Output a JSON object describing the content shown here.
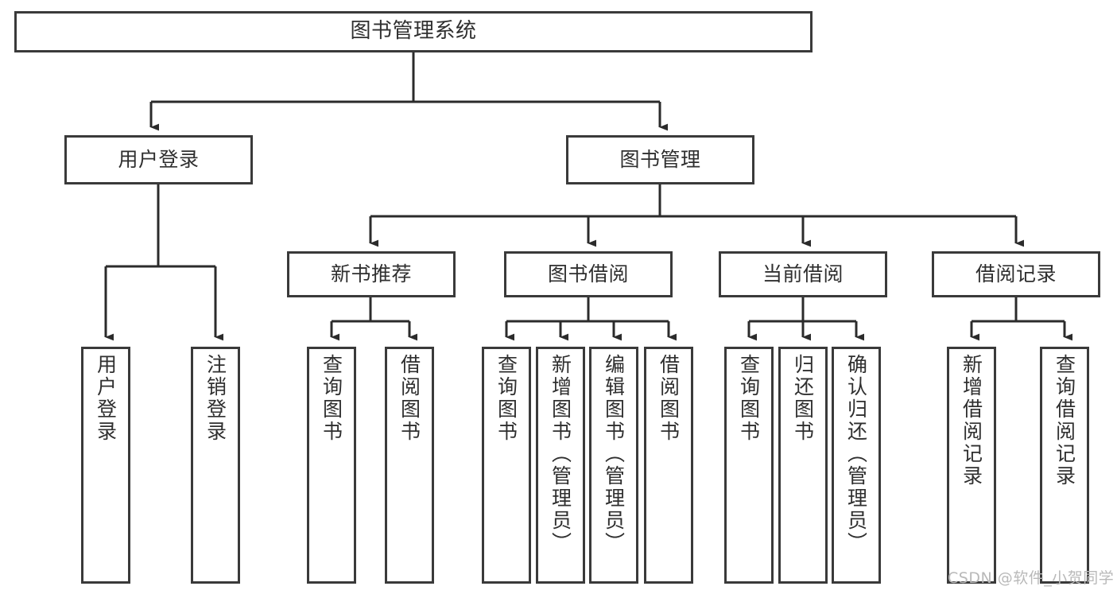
{
  "diagram": {
    "type": "tree-hierarchy-chart",
    "title": "图书管理系统",
    "orientation": "top-down",
    "colors": {
      "box_border": "#3a3a3a",
      "box_fill": "#ffffff",
      "edge": "#2b2b2b",
      "text": "#2f2f2f",
      "watermark": "#b9b9b9",
      "background": "#ffffff"
    }
  },
  "nodes": {
    "root": {
      "label": "图书管理系统"
    },
    "level2": [
      {
        "id": "user-login",
        "label": "用户登录"
      },
      {
        "id": "book-management",
        "label": "图书管理"
      }
    ],
    "level3": [
      {
        "id": "new-book-recommend",
        "label": "新书推荐"
      },
      {
        "id": "book-borrow",
        "label": "图书借阅"
      },
      {
        "id": "current-borrow",
        "label": "当前借阅"
      },
      {
        "id": "borrow-record",
        "label": "借阅记录"
      }
    ],
    "leaves": {
      "user-login": [
        {
          "id": "leaf-user-login",
          "label": "用户登录"
        },
        {
          "id": "leaf-logout-login",
          "label": "注销登录"
        }
      ],
      "new-book-recommend": [
        {
          "id": "leaf-query-book-1",
          "label": "查询图书"
        },
        {
          "id": "leaf-borrow-book-1",
          "label": "借阅图书"
        }
      ],
      "book-borrow": [
        {
          "id": "leaf-query-book-2",
          "label": "查询图书"
        },
        {
          "id": "leaf-add-book",
          "label": "新增图书（管理员）"
        },
        {
          "id": "leaf-edit-book",
          "label": "编辑图书（管理员）"
        },
        {
          "id": "leaf-borrow-book-2",
          "label": "借阅图书"
        }
      ],
      "current-borrow": [
        {
          "id": "leaf-query-book-3",
          "label": "查询图书"
        },
        {
          "id": "leaf-return-book",
          "label": "归还图书"
        },
        {
          "id": "leaf-confirm-return",
          "label": "确认归还（管理员）"
        }
      ],
      "borrow-record": [
        {
          "id": "leaf-add-record",
          "label": "新增借阅记录"
        },
        {
          "id": "leaf-query-record",
          "label": "查询借阅记录"
        }
      ]
    }
  },
  "watermark": {
    "text": "CSDN @软件_小贺同学"
  }
}
